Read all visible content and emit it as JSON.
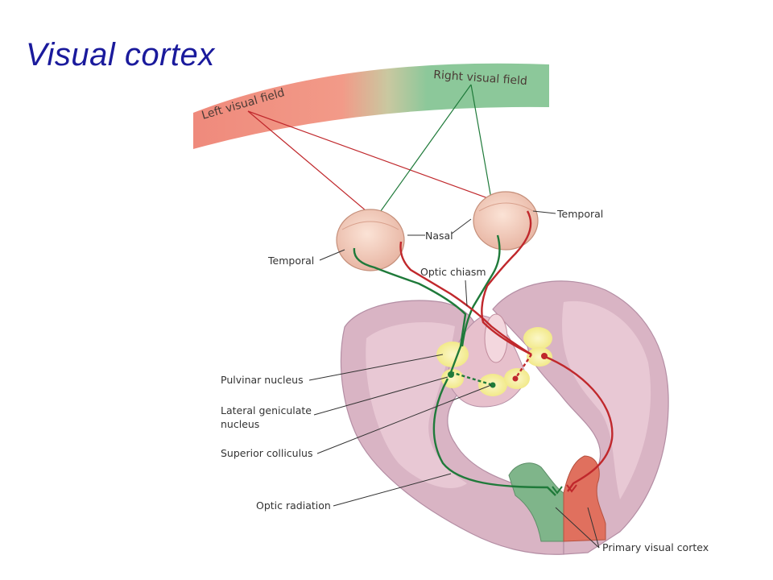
{
  "slide": {
    "title": "Visual cortex"
  },
  "diagram": {
    "colors": {
      "left_field": "#ef8a7c",
      "right_field": "#8cc89a",
      "left_pathway": "#c0282c",
      "right_pathway": "#1f7a3a",
      "brain_tissue": "#d7b2c2",
      "nuclei": "#f4ee9a"
    },
    "field_labels": {
      "left": "Left visual field",
      "right": "Right visual field"
    },
    "labels": {
      "temporal_right": "Temporal",
      "nasal": "Nasal",
      "temporal_left": "Temporal",
      "optic_chiasm": "Optic chiasm",
      "pulvinar": "Pulvinar nucleus",
      "lgn_line1": "Lateral geniculate",
      "lgn_line2": "nucleus",
      "superior_colliculus": "Superior colliculus",
      "optic_radiation": "Optic radiation",
      "primary_visual_cortex": "Primary visual cortex"
    }
  }
}
